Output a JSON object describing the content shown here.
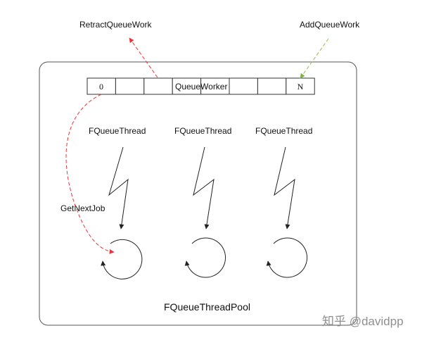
{
  "labels": {
    "retract": "RetractQueueWork",
    "add": "AddQueueWork",
    "queue_name": "QueueWorker",
    "first_slot": "0",
    "last_slot": "N",
    "get_next_job": "GetNextJob",
    "pool_title": "FQueueThreadPool",
    "watermark": "知乎 @davidpp"
  },
  "threads": [
    {
      "label": "FQueueThread"
    },
    {
      "label": "FQueueThread"
    },
    {
      "label": "FQueueThread"
    }
  ],
  "colors": {
    "retract_arrow": "#e8353a",
    "add_arrow": "#8bc34a",
    "lines": "#333333"
  }
}
